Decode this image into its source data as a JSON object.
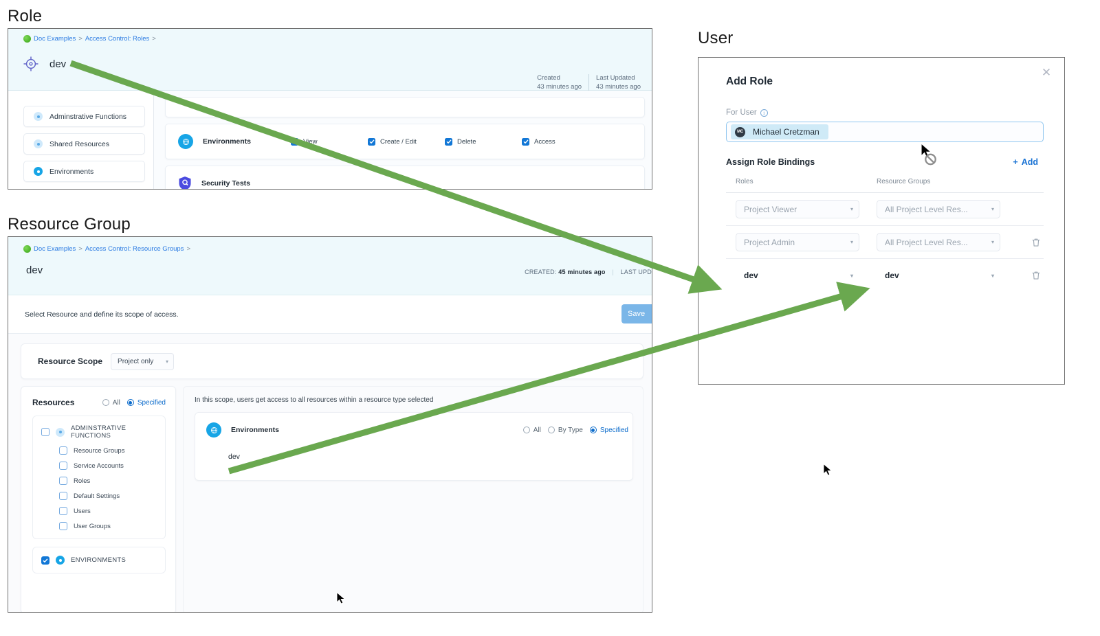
{
  "captions": {
    "role": "Role",
    "resource_group": "Resource Group",
    "user": "User"
  },
  "colors": {
    "accent_blue": "#17a5e6",
    "link_blue": "#2a7ae2",
    "header_bg": "#eef9fc",
    "checkbox_blue": "#1277d6",
    "save_button": "#7ab6e8",
    "arrow_green": "#6aa84f",
    "shield_purple": "#4a4ae0"
  },
  "role_panel": {
    "breadcrumb": {
      "project": "Doc Examples",
      "section": "Access Control: Roles",
      "separator": ">"
    },
    "title": "dev",
    "title_icon": "target-crosshair-icon",
    "meta": [
      {
        "label": "Created",
        "value": "43 minutes ago"
      },
      {
        "label": "Last Updated",
        "value": "43 minutes ago"
      }
    ],
    "sidebar": [
      {
        "label": "Adminstrative Functions",
        "icon": "pale-dot-icon",
        "selected": false
      },
      {
        "label": "Shared Resources",
        "icon": "pale-dot-icon",
        "selected": false
      },
      {
        "label": "Environments",
        "icon": "blue-dot-icon",
        "selected": true
      }
    ],
    "resources": [
      {
        "name": "Environments",
        "icon": "environments-icon",
        "permissions": [
          {
            "label": "View",
            "checked": true
          },
          {
            "label": "Create / Edit",
            "checked": true
          },
          {
            "label": "Delete",
            "checked": true
          },
          {
            "label": "Access",
            "checked": true
          }
        ]
      },
      {
        "name": "Security Tests",
        "icon": "security-shield-icon",
        "permissions": []
      }
    ]
  },
  "resource_group_panel": {
    "breadcrumb": {
      "project": "Doc Examples",
      "section": "Access Control: Resource Groups",
      "separator": ">"
    },
    "title": "dev",
    "meta": {
      "created_label": "CREATED:",
      "created_value": "45 minutes ago",
      "last_updated_label": "LAST UPD"
    },
    "subheader": {
      "text": "Select Resource and define its scope of access.",
      "save_label": "Save"
    },
    "scope": {
      "label": "Resource Scope",
      "value": "Project only"
    },
    "resources_section": {
      "title": "Resources",
      "options": [
        {
          "label": "All",
          "selected": false
        },
        {
          "label": "Specified",
          "selected": true
        }
      ],
      "groups": [
        {
          "label": "ADMINSTRATIVE FUNCTIONS",
          "checked": false,
          "icon": "pale-dot-icon",
          "children": [
            {
              "label": "Resource Groups",
              "checked": false
            },
            {
              "label": "Service Accounts",
              "checked": false
            },
            {
              "label": "Roles",
              "checked": false
            },
            {
              "label": "Default Settings",
              "checked": false
            },
            {
              "label": "Users",
              "checked": false
            },
            {
              "label": "User Groups",
              "checked": false
            }
          ]
        },
        {
          "label": "ENVIRONMENTS",
          "checked": true,
          "icon": "blue-dot-icon",
          "children": []
        }
      ]
    },
    "scope_detail": {
      "note": "In this scope, users get access to all resources within a resource type selected",
      "card": {
        "name": "Environments",
        "icon": "environments-icon",
        "options": [
          {
            "label": "All",
            "selected": false
          },
          {
            "label": "By Type",
            "selected": false
          },
          {
            "label": "Specified",
            "selected": true
          }
        ],
        "items": [
          "dev"
        ]
      }
    }
  },
  "user_dialog": {
    "title": "Add Role",
    "close_icon": "close-icon",
    "for_user": {
      "label": "For User",
      "info_icon": "info-icon",
      "chip": {
        "name": "Michael Cretzman",
        "initials": "MC"
      }
    },
    "bindings": {
      "title": "Assign Role Bindings",
      "add_label": "Add",
      "columns": [
        "Roles",
        "Resource Groups"
      ],
      "rows": [
        {
          "role": "Project Viewer",
          "resource_group": "All Project Level Res...",
          "placeholder": true,
          "deletable": false
        },
        {
          "role": "Project Admin",
          "resource_group": "All Project Level Res...",
          "placeholder": true,
          "deletable": true
        },
        {
          "role": "dev",
          "resource_group": "dev",
          "placeholder": false,
          "deletable": true
        }
      ]
    }
  },
  "annotations": {
    "arrows": [
      {
        "from": "role-title-dev",
        "to": "binding-row-3-role"
      },
      {
        "from": "scope-detail-item-dev",
        "to": "binding-row-3-resource-group"
      }
    ]
  }
}
